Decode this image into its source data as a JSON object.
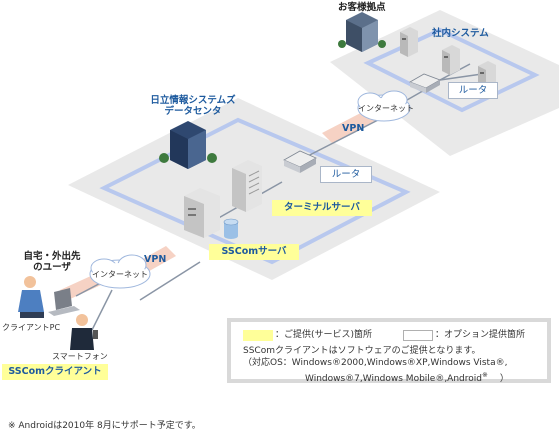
{
  "sites": {
    "customer_site": "お客様拠点",
    "internal_system": "社内システム",
    "datacenter_line1": "日立情報システムズ",
    "datacenter_line2": "データセンタ",
    "home_line1": "自宅・外出先",
    "home_line2": "のユーザ"
  },
  "devices": {
    "router_customer": "ルータ",
    "router_datacenter": "ルータ",
    "terminal_server": "ターミナルサーバ",
    "sscom_server": "SSComサーバ",
    "client_pc": "クライアントPC",
    "smartphone": "スマートフォン",
    "sscom_client": "SSComクライアント"
  },
  "links": {
    "vpn_upper": "VPN",
    "vpn_lower": "VPN",
    "internet_upper": "インターネット",
    "internet_lower": "インターネット"
  },
  "legend": {
    "provided_label": "：ご提供(サービス)箇所",
    "option_label": "：オプション提供箇所",
    "note_line1": "SSComクライアントはソフトウェアのご提供となります。",
    "note_line2": "（対応OS：Windows®2000,Windows®XP,Windows Vista®,",
    "note_line3": "Windows®7,Windows Mobile®,Android",
    "note_mark": "※",
    "note_close": "）"
  },
  "footnote": "※ Androidは2010年 8月にサポート予定です。",
  "colors": {
    "provided_highlight": "#ffff99",
    "zone_fill": "#e9e9e9",
    "zone_inner_border": "#b8c8ee",
    "label_blue": "#1d5a9e",
    "vpn_band": "#f6d2c4"
  }
}
